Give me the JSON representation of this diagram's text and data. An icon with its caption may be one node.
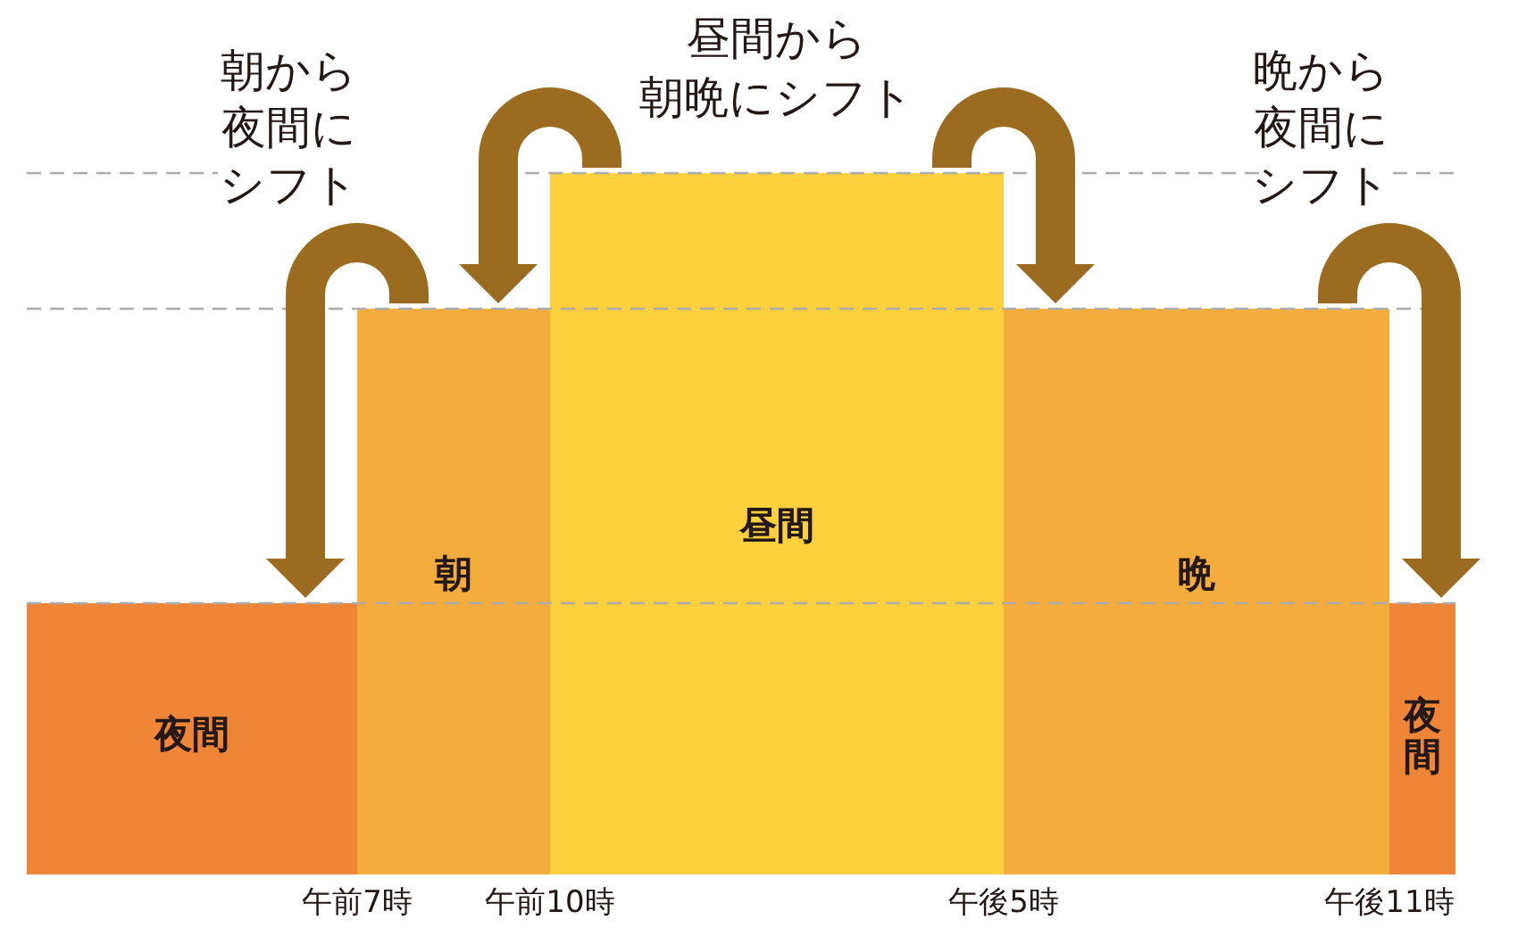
{
  "diagram": {
    "nodes": [
      {
        "text": [
          "夜間"
        ]
      },
      {
        "text": [
          "朝"
        ]
      },
      {
        "text": [
          "昼間"
        ]
      },
      {
        "text": [
          "晩"
        ]
      },
      {
        "text": [
          "夜間"
        ]
      }
    ],
    "edges": [
      {
        "from": 1,
        "to": 0,
        "arrow": "to"
      },
      {
        "from": 2,
        "to": 1,
        "arrow": "to"
      },
      {
        "from": 2,
        "to": 3,
        "arrow": "to"
      },
      {
        "from": 3,
        "to": 4,
        "arrow": "to"
      }
    ],
    "labels": [
      "昼間から朝晩にシフト",
      "朝から夜間にシフト",
      "晩から夜間にシフト",
      "午前7時",
      "午前10時",
      "午後5時",
      "午後11時"
    ]
  }
}
